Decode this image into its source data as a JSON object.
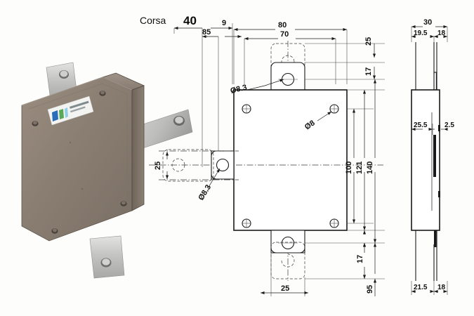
{
  "meta": {
    "title": "Electromagnetic lock technical drawing",
    "background_color": "#fdfdfc",
    "line_color": "#1a1a1a",
    "units": "mm"
  },
  "labels": {
    "corsa": "Corsa",
    "corsa_value": "40"
  },
  "photo": {
    "body_color": "#8d8175",
    "body_color_light": "#a39688",
    "body_color_dark": "#6a6056",
    "bracket_color": "#c9c9c7",
    "label_text": "",
    "label_colors": [
      "#2b6cb8",
      "#5aa85a",
      "#8fd0e8"
    ]
  },
  "front_view": {
    "name": "front-view",
    "dimensions": {
      "width_overall": "80",
      "width_inner": "70",
      "stroke_85": "85",
      "gap_9": "9",
      "bracket_25_top": "25",
      "plate_17_top": "17",
      "height_100": "100",
      "height_121": "121",
      "height_140": "140",
      "plate_17_bottom": "17",
      "height_95": "95",
      "bottom_25": "25",
      "left_25": "25",
      "hole_d83_top": "Ø8.3",
      "hole_d83_left": "Ø8.3",
      "hole_d8_corner": "Ø8"
    }
  },
  "side_view": {
    "name": "side-view",
    "dimensions": {
      "depth_overall": "30",
      "depth_19_5": "19.5",
      "depth_18_top": "18",
      "offset_25_5": "25.5",
      "gap_2_5": "2.5",
      "depth_21_5": "21.5",
      "depth_18_bottom": "18"
    }
  }
}
